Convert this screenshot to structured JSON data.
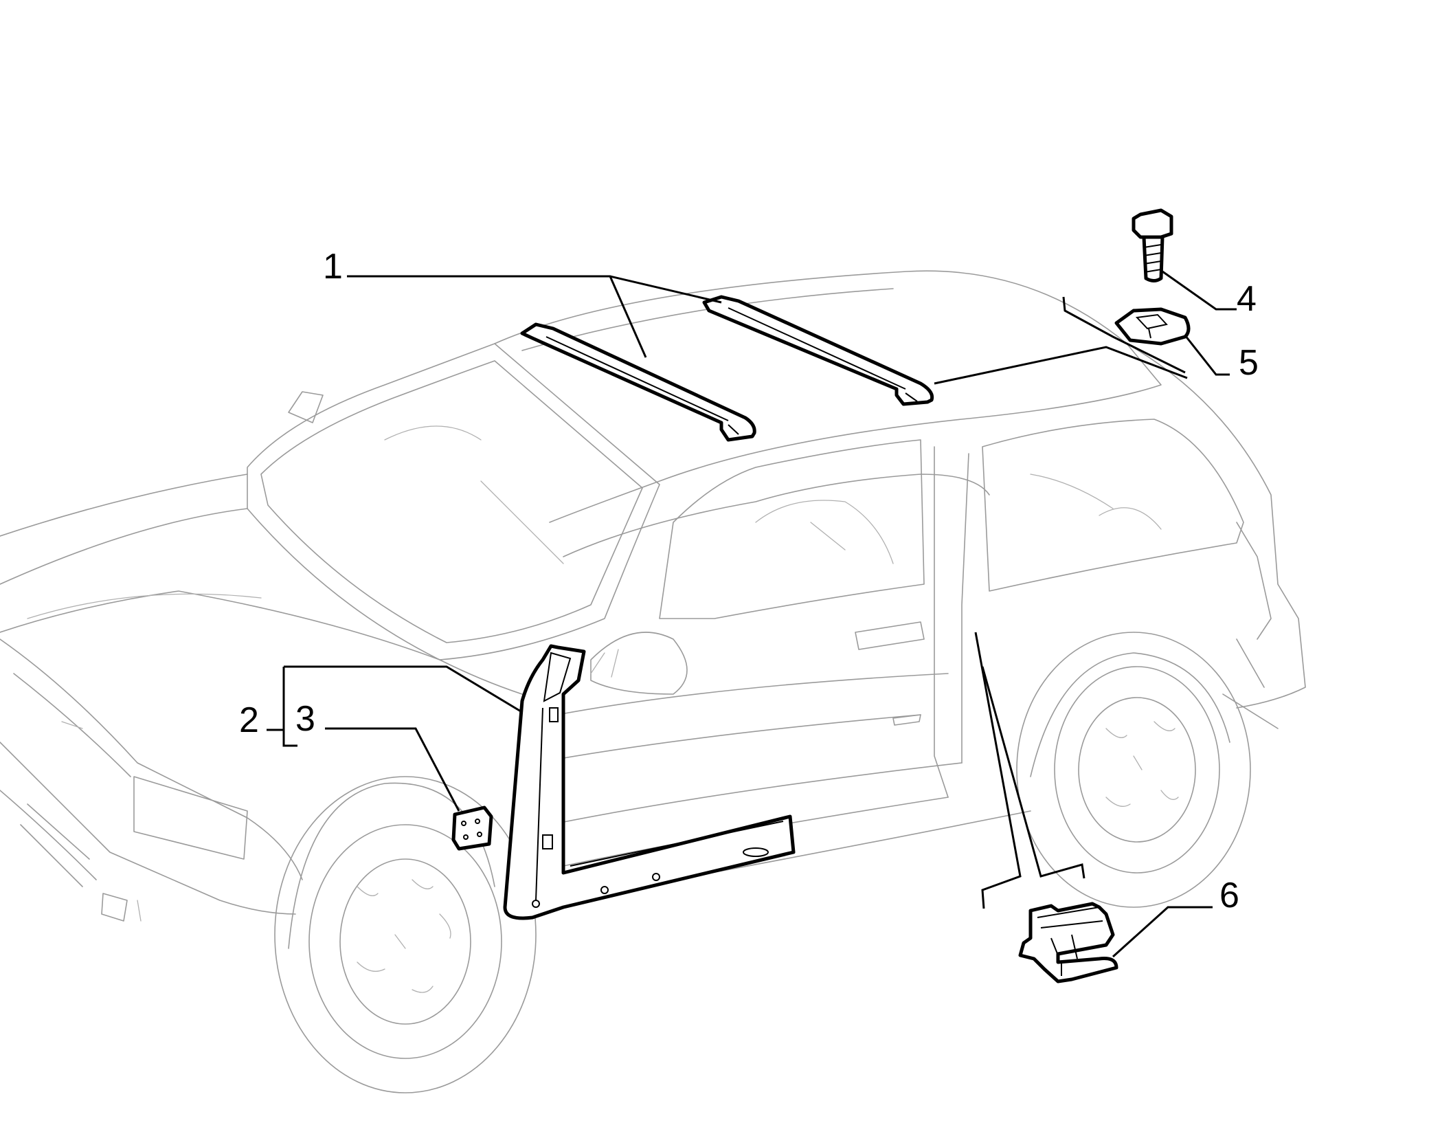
{
  "diagram": {
    "callouts": [
      {
        "id": "1",
        "label": "1"
      },
      {
        "id": "2",
        "label": "2"
      },
      {
        "id": "3",
        "label": "3"
      },
      {
        "id": "4",
        "label": "4"
      },
      {
        "id": "5",
        "label": "5"
      },
      {
        "id": "6",
        "label": "6"
      }
    ],
    "colors": {
      "parts": "#000000",
      "vehicle_outline": "#9a9a9a",
      "background": "#ffffff"
    }
  }
}
